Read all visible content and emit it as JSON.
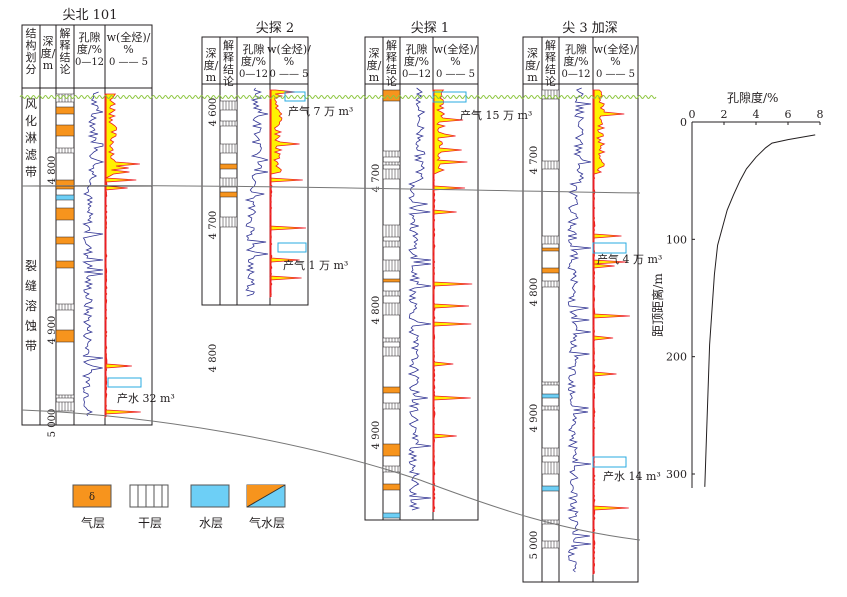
{
  "figure": {
    "wells": [
      {
        "id": "jb101",
        "name": "尖北 101",
        "headers": [
          "结构划分",
          "深度/m",
          "解释结论",
          "孔隙度/%",
          "w(全烃)/%"
        ],
        "porosity_scale": "0—12",
        "hc_scale": [
          "0",
          "5"
        ],
        "depth_ticks": [
          "4 800",
          "4 900",
          "5 000"
        ],
        "zones": [
          "风化淋滤带",
          "裂缝溶蚀带"
        ],
        "test_result": "产水 32 m³"
      },
      {
        "id": "jt2",
        "name": "尖探 2",
        "headers": [
          "深度/m",
          "解释结论",
          "孔隙度/%",
          "w(全烃)/%"
        ],
        "porosity_scale": "0—12",
        "hc_scale": [
          "0",
          "5"
        ],
        "depth_ticks": [
          "4 600",
          "4 700",
          "4 800"
        ],
        "test_results": [
          "产气 7 万 m³",
          "产气 1 万 m³"
        ]
      },
      {
        "id": "jt1",
        "name": "尖探 1",
        "headers": [
          "深度/m",
          "解释结论",
          "孔隙度/%",
          "w(全烃)/%"
        ],
        "porosity_scale": "0—12",
        "hc_scale": [
          "0",
          "5"
        ],
        "depth_ticks": [
          "4 700",
          "4 800",
          "4 900"
        ],
        "test_results": [
          "产气 15 万 m³"
        ]
      },
      {
        "id": "j3js",
        "name": "尖 3 加深",
        "headers": [
          "深度/m",
          "解释结论",
          "孔隙度/%",
          "w(全烃)/%"
        ],
        "porosity_scale": "0—12",
        "hc_scale": [
          "0",
          "5"
        ],
        "depth_ticks": [
          "4 700",
          "4 800",
          "4 900",
          "5 000"
        ],
        "test_results": [
          "产气 4 万 m³",
          "产水 14 m³"
        ]
      }
    ],
    "legend": [
      {
        "key": "gas",
        "label": "气层",
        "color": "#f7941d"
      },
      {
        "key": "dry",
        "label": "干层",
        "color": "#ffffff"
      },
      {
        "key": "water",
        "label": "水层",
        "color": "#6dcff6"
      },
      {
        "key": "gaswater",
        "label": "气水层",
        "color": "#f7941d"
      }
    ],
    "colors": {
      "porosity_curve": "#2e3192",
      "hc_line": "#ed1c24",
      "hc_fill": "#fff200",
      "unconformity": "#8dc63f",
      "test_box": "#29abe2"
    }
  },
  "chart_data": {
    "type": "line",
    "title": "孔隙度/%",
    "xlabel": "孔隙度/%",
    "ylabel": "距顶距离/m",
    "xlim": [
      0,
      8
    ],
    "ylim": [
      0,
      300
    ],
    "y_inverted": true,
    "x_ticks": [
      "0",
      "2",
      "4",
      "6",
      "8"
    ],
    "y_ticks": [
      "0",
      "100",
      "200",
      "300"
    ],
    "series": [
      {
        "name": "孔隙度",
        "x": [
          7.7,
          6.0,
          5.0,
          4.6,
          4.0,
          3.4,
          3.0,
          2.6,
          2.2,
          1.9,
          1.6,
          1.4,
          1.25,
          1.1,
          1.0,
          0.9,
          0.8
        ],
        "y": [
          11,
          15,
          18,
          22,
          30,
          40,
          50,
          62,
          75,
          90,
          105,
          130,
          160,
          190,
          230,
          270,
          311
        ]
      }
    ]
  }
}
